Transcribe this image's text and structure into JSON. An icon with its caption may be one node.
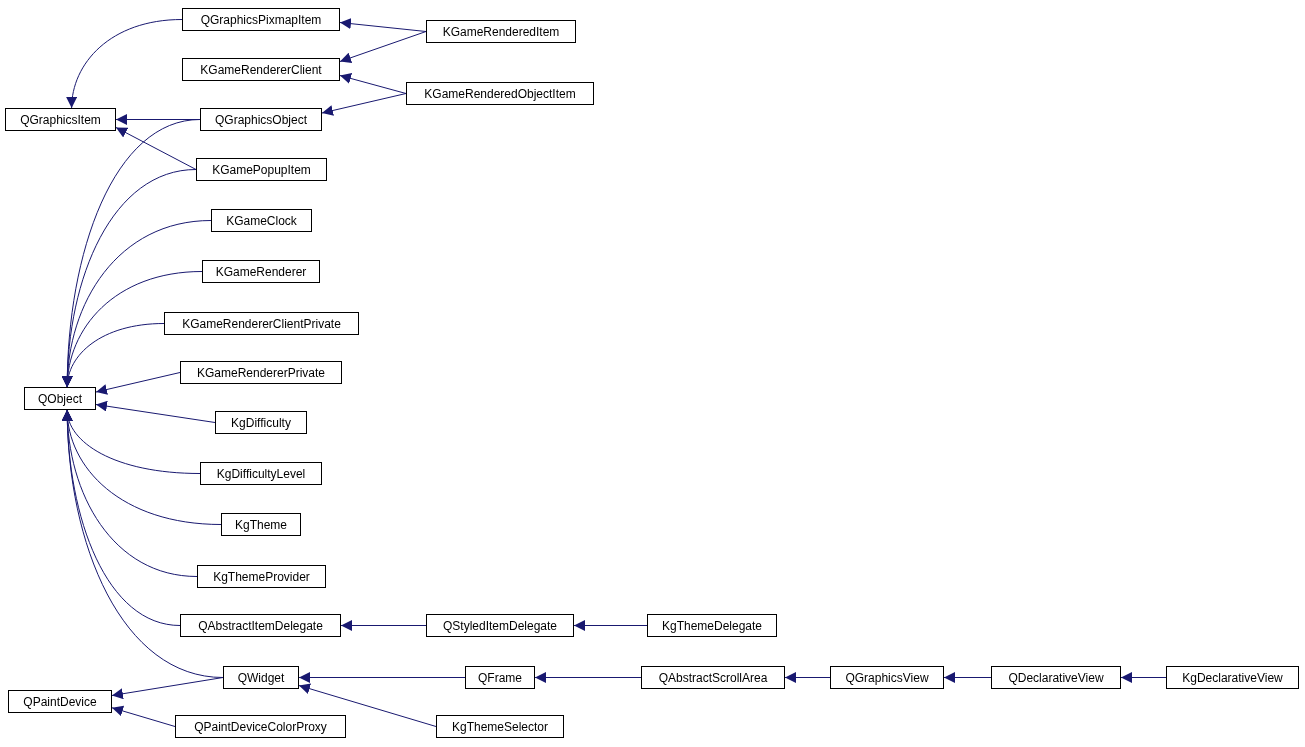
{
  "diagram": {
    "nodes": [
      {
        "text": [
          "QGraphicsItem"
        ]
      },
      {
        "text": [
          "QGraphicsPixmapItem"
        ]
      },
      {
        "text": [
          "KGameRenderedItem"
        ]
      },
      {
        "text": [
          "KGameRendererClient"
        ]
      },
      {
        "text": [
          "KGameRenderedObjectItem"
        ]
      },
      {
        "text": [
          "QGraphicsObject"
        ]
      },
      {
        "text": [
          "KGamePopupItem"
        ]
      },
      {
        "text": [
          "KGameClock"
        ]
      },
      {
        "text": [
          "KGameRenderer"
        ]
      },
      {
        "text": [
          "KGameRendererClientPrivate"
        ]
      },
      {
        "text": [
          "KGameRendererPrivate"
        ]
      },
      {
        "text": [
          "QObject"
        ]
      },
      {
        "text": [
          "KgDifficulty"
        ]
      },
      {
        "text": [
          "KgDifficultyLevel"
        ]
      },
      {
        "text": [
          "KgTheme"
        ]
      },
      {
        "text": [
          "KgThemeProvider"
        ]
      },
      {
        "text": [
          "QAbstractItemDelegate"
        ]
      },
      {
        "text": [
          "QStyledItemDelegate"
        ]
      },
      {
        "text": [
          "KgThemeDelegate"
        ]
      },
      {
        "text": [
          "QPaintDevice"
        ]
      },
      {
        "text": [
          "QWidget"
        ]
      },
      {
        "text": [
          "QFrame"
        ]
      },
      {
        "text": [
          "QAbstractScrollArea"
        ]
      },
      {
        "text": [
          "QGraphicsView"
        ]
      },
      {
        "text": [
          "QDeclarativeView"
        ]
      },
      {
        "text": [
          "KgDeclarativeView"
        ]
      },
      {
        "text": [
          "QPaintDeviceColorProxy"
        ]
      },
      {
        "text": [
          "KgThemeSelector"
        ]
      }
    ],
    "edges": [
      {
        "from": 1,
        "to": 0,
        "arrow": "to"
      },
      {
        "from": 5,
        "to": 0,
        "arrow": "to"
      },
      {
        "from": 6,
        "to": 0,
        "arrow": "to"
      },
      {
        "from": 2,
        "to": 1,
        "arrow": "to"
      },
      {
        "from": 2,
        "to": 3,
        "arrow": "to"
      },
      {
        "from": 4,
        "to": 3,
        "arrow": "to"
      },
      {
        "from": 4,
        "to": 5,
        "arrow": "to"
      },
      {
        "from": 5,
        "to": 11,
        "arrow": "to"
      },
      {
        "from": 6,
        "to": 11,
        "arrow": "to"
      },
      {
        "from": 7,
        "to": 11,
        "arrow": "to"
      },
      {
        "from": 8,
        "to": 11,
        "arrow": "to"
      },
      {
        "from": 9,
        "to": 11,
        "arrow": "to"
      },
      {
        "from": 10,
        "to": 11,
        "arrow": "to"
      },
      {
        "from": 12,
        "to": 11,
        "arrow": "to"
      },
      {
        "from": 13,
        "to": 11,
        "arrow": "to"
      },
      {
        "from": 14,
        "to": 11,
        "arrow": "to"
      },
      {
        "from": 15,
        "to": 11,
        "arrow": "to"
      },
      {
        "from": 16,
        "to": 11,
        "arrow": "to"
      },
      {
        "from": 20,
        "to": 11,
        "arrow": "to"
      },
      {
        "from": 17,
        "to": 16,
        "arrow": "to"
      },
      {
        "from": 18,
        "to": 17,
        "arrow": "to"
      },
      {
        "from": 20,
        "to": 19,
        "arrow": "to"
      },
      {
        "from": 26,
        "to": 19,
        "arrow": "to"
      },
      {
        "from": 21,
        "to": 20,
        "arrow": "to"
      },
      {
        "from": 27,
        "to": 20,
        "arrow": "to"
      },
      {
        "from": 22,
        "to": 21,
        "arrow": "to"
      },
      {
        "from": 23,
        "to": 22,
        "arrow": "to"
      },
      {
        "from": 24,
        "to": 23,
        "arrow": "to"
      },
      {
        "from": 25,
        "to": 24,
        "arrow": "to"
      }
    ]
  }
}
